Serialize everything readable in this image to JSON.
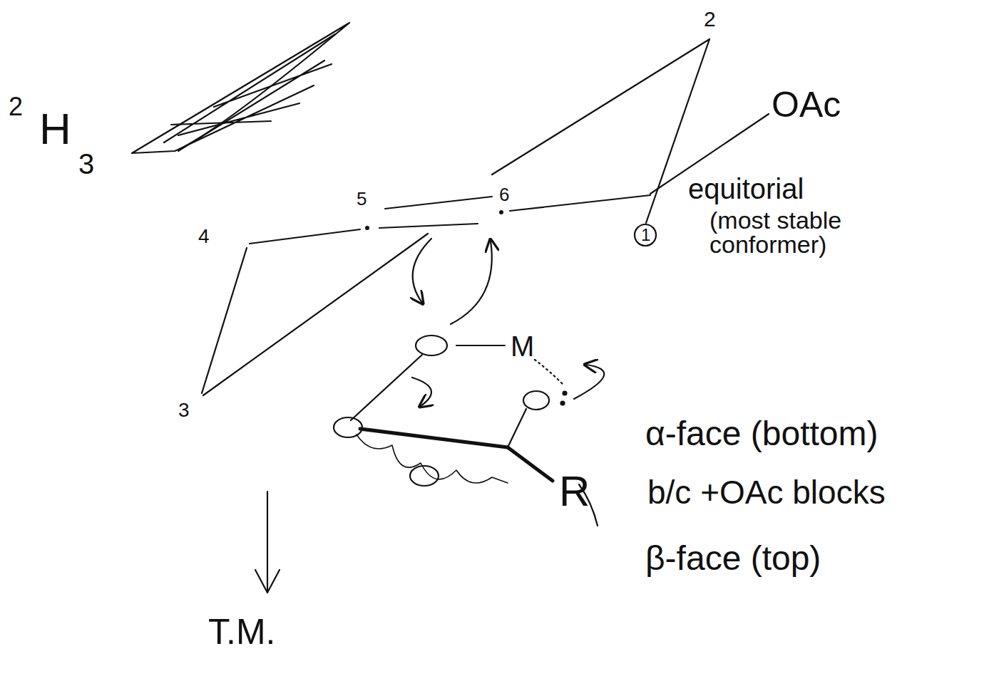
{
  "diagram": {
    "labels": [
      "2",
      "OAc",
      "6",
      "5",
      "4",
      "1",
      "equitorial",
      "(most stable conformer)",
      "2",
      "H",
      "3",
      "3",
      "M",
      "R",
      "α-face (bottom)",
      "b/c +OAc blocks",
      "β-face (top)",
      "T.M."
    ]
  }
}
